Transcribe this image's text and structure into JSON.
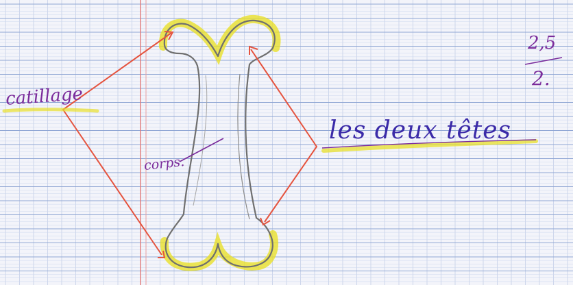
{
  "labels": {
    "cartilage": "catillage",
    "body": "corps.",
    "heads": "les deux têtes"
  },
  "grade": {
    "numerator": "2,5",
    "denominator": "2."
  },
  "colors": {
    "paper": "#f3f4fa",
    "grid_line": "#9fb6dd",
    "margin_line": "#e07a7a",
    "ink_purple": "#7a2b9b",
    "ink_blue": "#3a2aa8",
    "red_pencil": "#e5533e",
    "yellow_highlight": "#e8e02a",
    "graphite": "#6f6f6f"
  }
}
